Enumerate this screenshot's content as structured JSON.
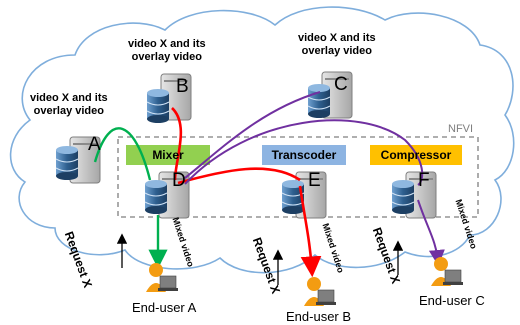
{
  "servers": {
    "A": {
      "letter": "A",
      "label_line1": "video X and its",
      "label_line2": "overlay video"
    },
    "B": {
      "letter": "B",
      "label_line1": "video X and its",
      "label_line2": "overlay video"
    },
    "C": {
      "letter": "C",
      "label_line1": "video X and its",
      "label_line2": "overlay video"
    },
    "D": {
      "letter": "D"
    },
    "E": {
      "letter": "E"
    },
    "F": {
      "letter": "F"
    }
  },
  "nfvi_label": "NFVI",
  "functions": {
    "mixer": {
      "label": "Mixer",
      "color": "#92d050"
    },
    "transcoder": {
      "label": "Transcoder",
      "color": "#8db4e2"
    },
    "compressor": {
      "label": "Compressor",
      "color": "#ffc000"
    }
  },
  "users": {
    "A": {
      "label": "End-user A"
    },
    "B": {
      "label": "End-user B"
    },
    "C": {
      "label": "End-user C"
    }
  },
  "request_label": "Request X",
  "mixed_video_label": "Mixed video",
  "colors": {
    "green": "#00b050",
    "red": "#ff0000",
    "purple": "#7030a0",
    "db_blue": "#2e5f8f",
    "user_orange": "#f39c12"
  }
}
